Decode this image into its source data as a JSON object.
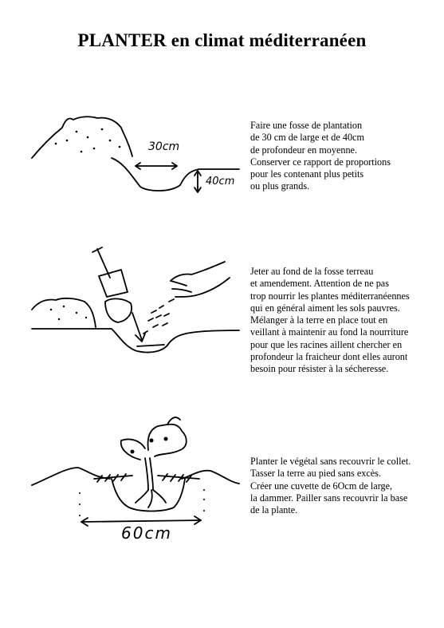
{
  "title": "PLANTER en climat méditerranéen",
  "steps": [
    {
      "text": "Faire une fosse de plantation\nde 30 cm de large et de 40cm\nde profondeur en moyenne.\nConserver ce rapport de proportions\npour les contenant plus petits\nou plus grands.",
      "width_label": "30cm",
      "depth_label": "40cm"
    },
    {
      "text": "Jeter au fond de la fosse terreau\net amendement. Attention de ne pas\ntrop nourrir les plantes méditerranéennes\nqui en général aiment les sols pauvres.\nMélanger à la terre en place tout en\nveillant à maintenir au fond la nourriture\npour que les racines aillent chercher en\nprofondeur la fraicheur dont elles auront\nbesoin pour résister à la sécheresse."
    },
    {
      "text": "Planter le végétal sans recouvrir le collet.\nTasser la terre au pied sans excès.\nCréer une cuvette de 6Ocm de large,\nla dammer. Pailler sans recouvrir la base\nde la plante.",
      "width_label": "60cm"
    }
  ]
}
